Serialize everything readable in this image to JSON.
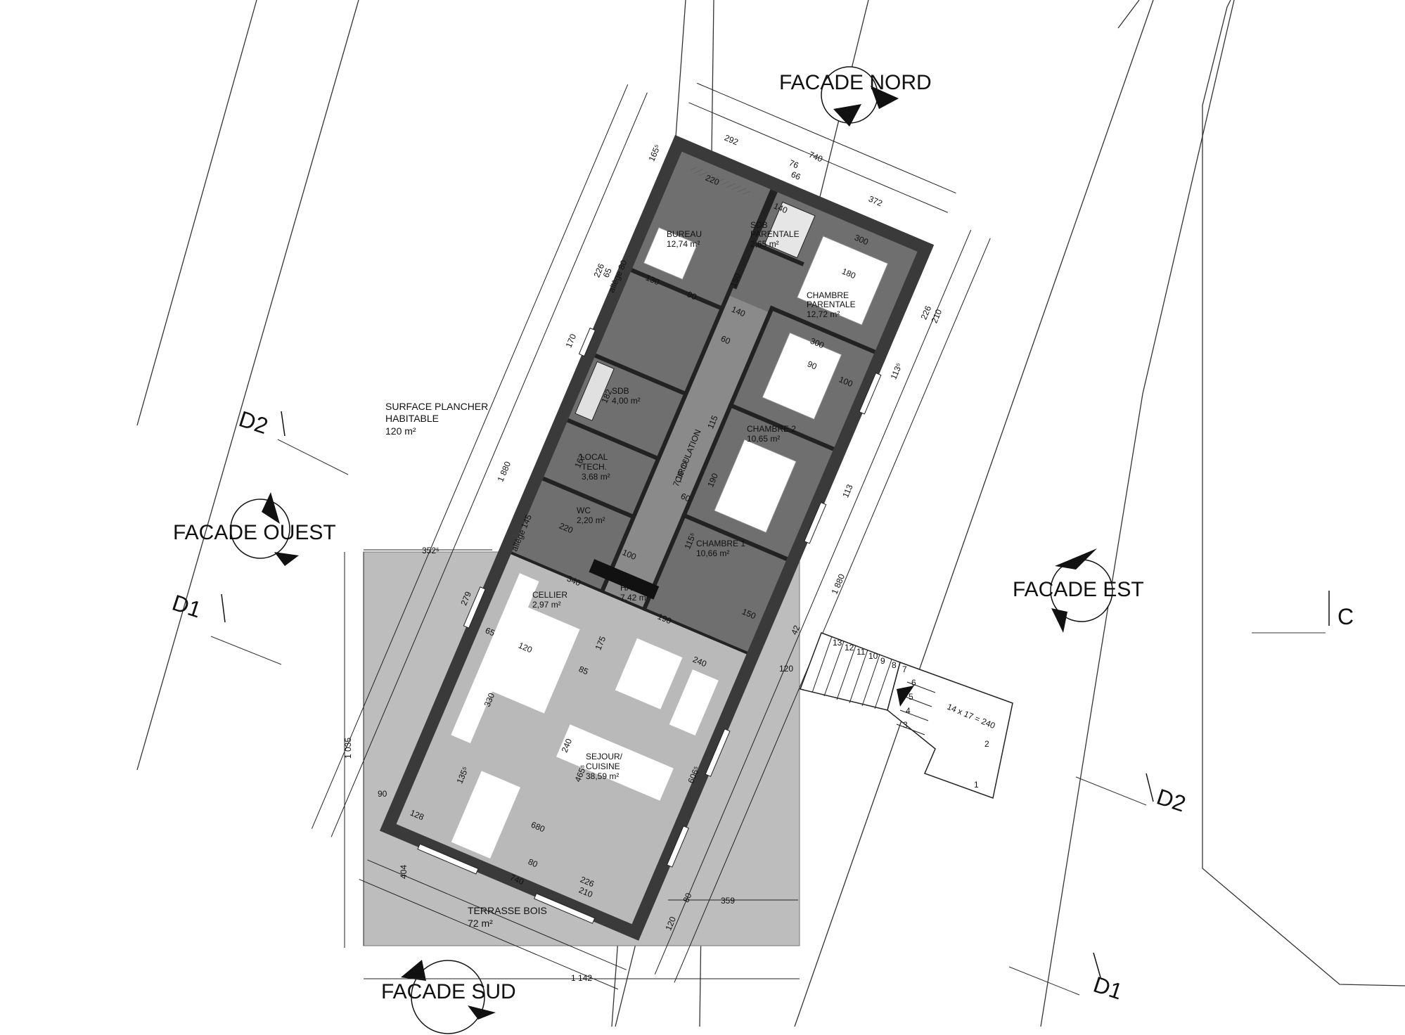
{
  "facades": {
    "nord": "FACADE NORD",
    "ouest": "FACADE OUEST",
    "est": "FACADE EST",
    "sud": "FACADE SUD"
  },
  "sections": {
    "d1": "D1",
    "d2": "D2",
    "c": "C"
  },
  "surface": {
    "line1": "SURFACE PLANCHER",
    "line2": "HABITABLE",
    "area": "120 m²"
  },
  "terrace": {
    "name": "TERRASSE BOIS",
    "area": "72 m²"
  },
  "rooms": {
    "bureau": {
      "name": "BUREAU",
      "area": "12,74 m²"
    },
    "sdb_parentale": {
      "name1": "SDB",
      "name2": "PARENTALE",
      "area": "2,65 m²"
    },
    "chambre_parentale": {
      "name1": "CHAMBRE",
      "name2": "PARENTALE",
      "area": "12,72 m²"
    },
    "sdb": {
      "name": "SDB",
      "area": "4,00 m²"
    },
    "chambre2": {
      "name": "CHAMBRE 2",
      "area": "10,65 m²"
    },
    "local_tech": {
      "name1": "LOCAL",
      "name2": "TECH.",
      "area": "3,68 m²"
    },
    "circulation": {
      "name": "CIRCULATION",
      "area": "7,10 m²"
    },
    "wc": {
      "name": "WC",
      "area": "2,20 m²"
    },
    "chambre1": {
      "name": "CHAMBRE 1",
      "area": "10,66 m²"
    },
    "hall": {
      "name": "HALL",
      "area": "7,42 m²"
    },
    "cellier": {
      "name": "CELLIER",
      "area": "2,97 m²"
    },
    "sejour": {
      "name1": "SEJOUR/",
      "name2": "CUISINE",
      "area": "38,59 m²"
    }
  },
  "dims": {
    "d740top": "740",
    "d292": "292",
    "d372": "372",
    "d76a": "76",
    "d66": "66",
    "d220a": "220",
    "d140a": "140",
    "d300a": "300",
    "d180": "180",
    "d130": "130",
    "d90a": "90",
    "d150a": "150",
    "d140b": "140",
    "d300b": "300",
    "d90b": "90",
    "d100a": "100",
    "d182": "182",
    "d167": "167",
    "d220b": "220",
    "d100b": "100",
    "d340": "340",
    "d190a": "190",
    "d240a": "240",
    "d120a": "120",
    "d65a": "65",
    "d85": "85",
    "d330": "330",
    "d240b": "240",
    "d680": "680",
    "d740bot": "740",
    "d128": "128",
    "d80a": "80",
    "d226a": "226",
    "d210a": "210",
    "d1880w": "1 880",
    "d1880e": "1 880",
    "d1035": "1 035",
    "d404": "404",
    "d1142": "1 142",
    "d359": "359",
    "d3525": "352⁵",
    "d120b": "120",
    "d80b": "80",
    "d90c": "90",
    "d120c": "120",
    "d279": "279",
    "d170": "170",
    "d226w": "226",
    "d65w": "65",
    "d226e": "226",
    "d210e": "210",
    "d1135": "113⁵",
    "d113": "113",
    "d1655": "165⁵",
    "d4655": "465⁵",
    "d6065": "606⁵",
    "d1355": "135⁵",
    "d1155": "115⁵",
    "d115": "115",
    "d190b": "190",
    "d60a": "60",
    "d60b": "60",
    "d175": "175",
    "d150b": "150",
    "d42": "42",
    "stair": "14 x 17 = 240",
    "allege80": "allège 80",
    "allege145": "allège 145"
  },
  "stair_steps": [
    "13",
    "12",
    "11",
    "10",
    "9",
    "8",
    "7",
    "6",
    "5",
    "4",
    "3",
    "2",
    "1"
  ]
}
